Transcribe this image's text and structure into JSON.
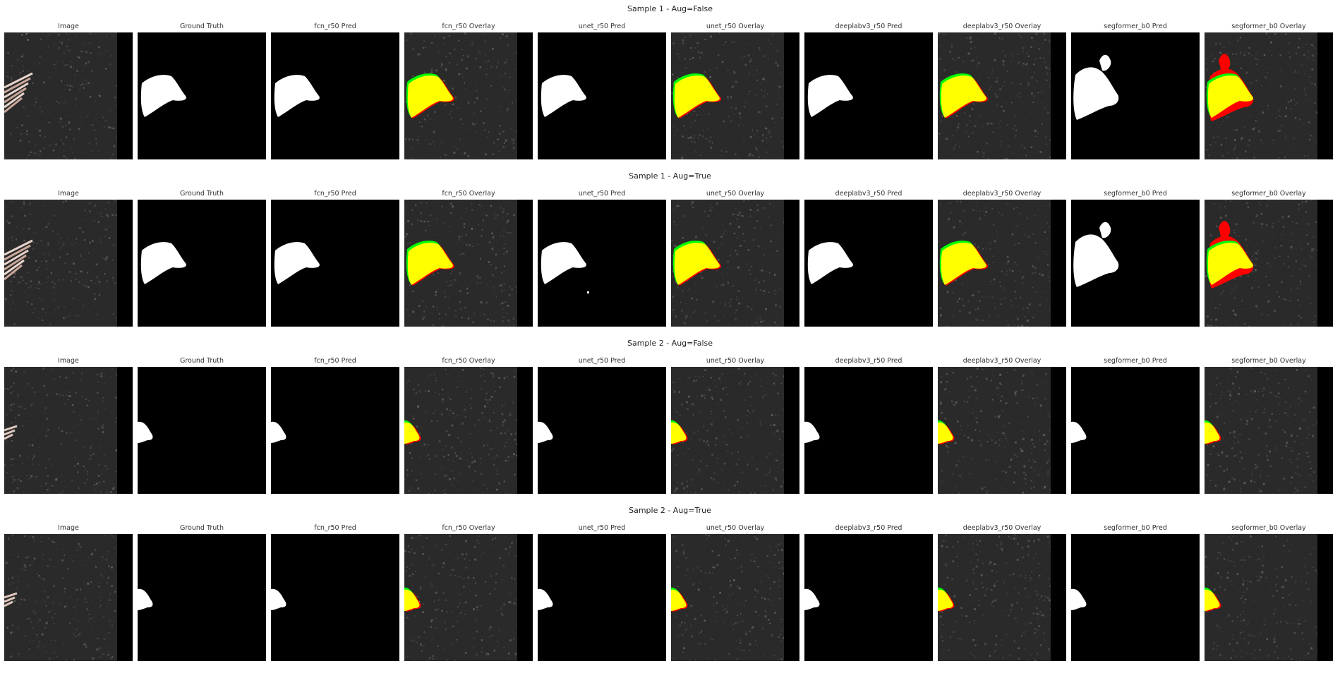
{
  "figure": {
    "row_titles": [
      "Sample 1 - Aug=False",
      "Sample 1 - Aug=True",
      "Sample 2 - Aug=False",
      "Sample 2 - Aug=True"
    ],
    "column_titles": [
      "Image",
      "Ground Truth",
      "fcn_r50 Pred",
      "fcn_r50 Overlay",
      "unet_r50 Pred",
      "unet_r50 Overlay",
      "deeplabv3_r50 Pred",
      "deeplabv3_r50 Overlay",
      "segformer_b0 Pred",
      "segformer_b0 Overlay"
    ],
    "column_kinds": [
      "image",
      "mask",
      "mask",
      "overlay",
      "mask",
      "overlay",
      "mask",
      "overlay",
      "mask",
      "overlay"
    ],
    "colors": {
      "background_texture": "#2a2a2a",
      "mask_foreground": "#ffffff",
      "mask_background": "#000000",
      "overlay_true_positive": "#ffff00",
      "overlay_false_positive": "#ff0000",
      "overlay_false_negative": "#00ff00"
    }
  }
}
